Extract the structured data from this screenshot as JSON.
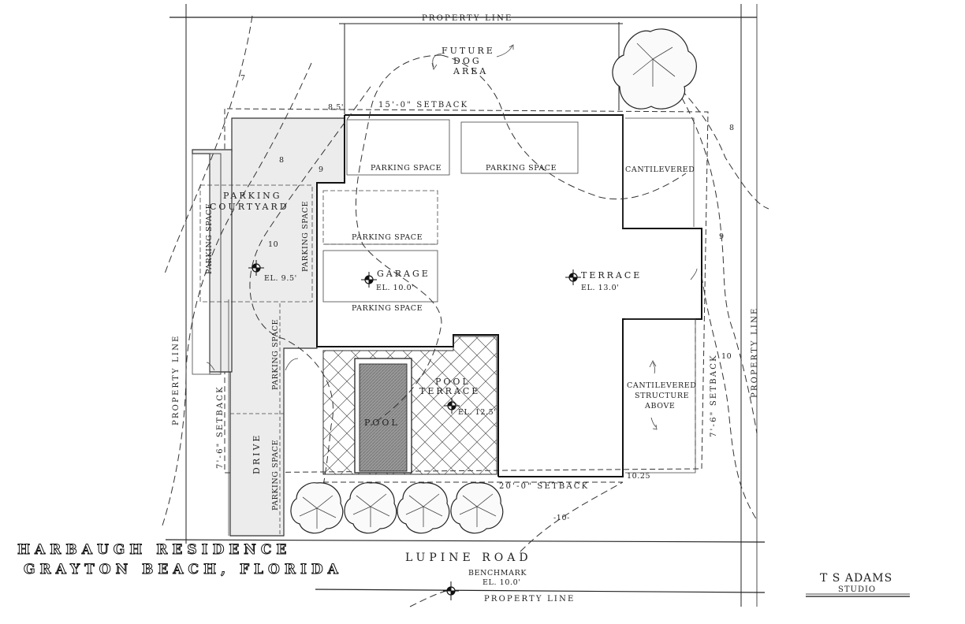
{
  "property_line_label": "PROPERTY LINE",
  "future_dog_area": [
    "FUTURE",
    "DOG",
    "AREA"
  ],
  "setbacks": {
    "north": "15'-0\" SETBACK",
    "south": "20'-0\" SETBACK",
    "west": "7'-6\" SETBACK",
    "east": "7'-6\" SETBACK"
  },
  "dimension_85": "8.5'",
  "dimension_1025": "10.25",
  "parking_space": "PARKING SPACE",
  "parking_courtyard": [
    "PARKING",
    "COURTYARD"
  ],
  "el_95": "EL. 9.5'",
  "garage": {
    "label": "GARAGE",
    "elevation": "EL. 10.0'"
  },
  "terrace": {
    "label": "TERRACE",
    "elevation": "EL. 13.0'"
  },
  "cantilevered": "CANTILEVERED",
  "cantilevered_structure": [
    "CANTILEVERED",
    "STRUCTURE",
    "ABOVE"
  ],
  "pool": "POOL",
  "pool_terrace": {
    "line1": "POOL",
    "line2": "TERRACE",
    "elevation": "EL. 12.5'"
  },
  "drive": "DRIVE",
  "contours": {
    "c7": "7",
    "c8": "8",
    "c9": "9",
    "c10": "10",
    "c10b": "-10-"
  },
  "road_name": "LUPINE ROAD",
  "benchmark": {
    "label": "BENCHMARK",
    "elevation": "EL. 10.0'"
  },
  "title_line1": "HARBAUGH RESIDENCE",
  "title_line2": "GRAYTON BEACH, FLORIDA",
  "studio": {
    "name": "T S ADAMS",
    "sub": "STUDIO"
  }
}
